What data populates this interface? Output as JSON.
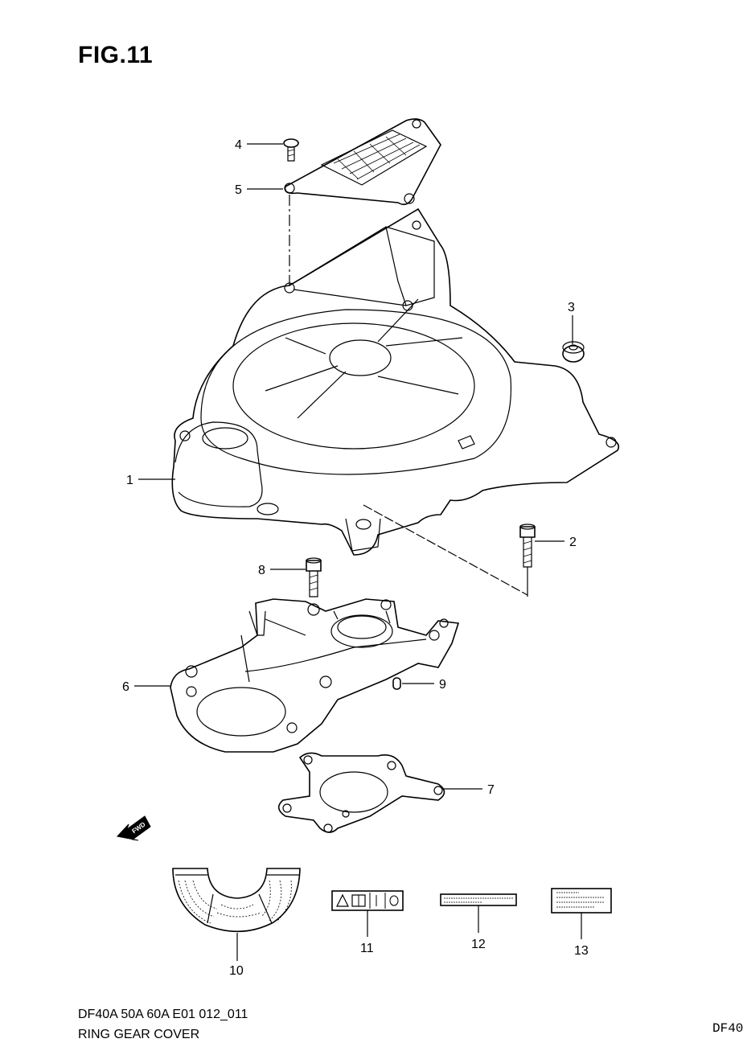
{
  "figure": {
    "title": "FIG.11"
  },
  "callouts": [
    {
      "number": "1",
      "part": "ring-gear-cover"
    },
    {
      "number": "2",
      "part": "bolt"
    },
    {
      "number": "3",
      "part": "grommet"
    },
    {
      "number": "4",
      "part": "screw"
    },
    {
      "number": "5",
      "part": "mesh-cover"
    },
    {
      "number": "6",
      "part": "lower-cover-plate"
    },
    {
      "number": "7",
      "part": "gasket"
    },
    {
      "number": "8",
      "part": "bolt"
    },
    {
      "number": "9",
      "part": "dowel-pin"
    },
    {
      "number": "10",
      "part": "half-round-guard"
    },
    {
      "number": "11",
      "part": "warning-label"
    },
    {
      "number": "12",
      "part": "label"
    },
    {
      "number": "13",
      "part": "label"
    }
  ],
  "fwd_arrow": {
    "text": "FWD"
  },
  "footer": {
    "model": "DF40A 50A 60A E01 012_011",
    "title": "RING GEAR COVER",
    "code": "DF40"
  }
}
